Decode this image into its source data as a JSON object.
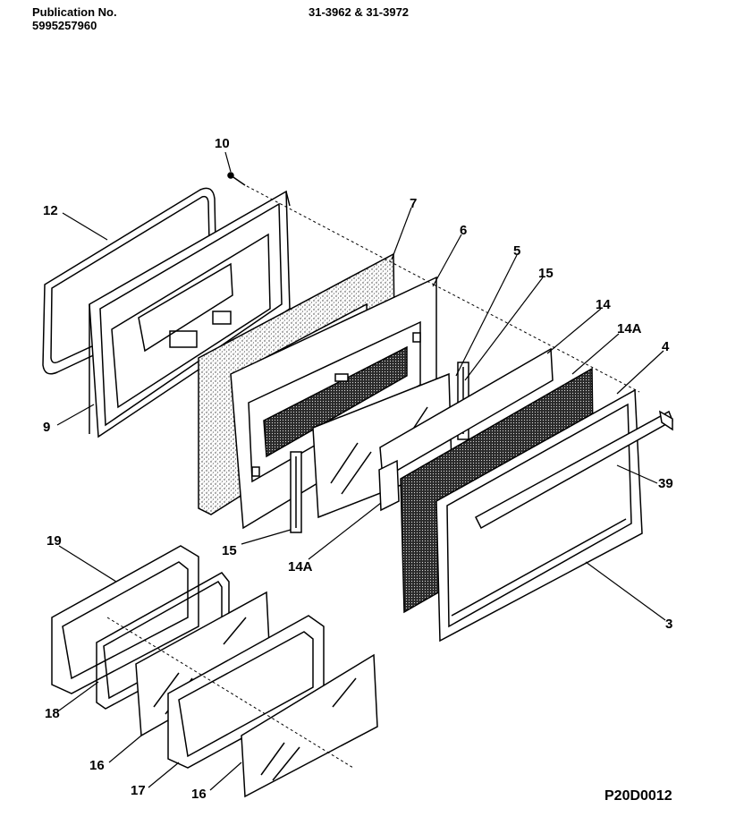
{
  "header": {
    "publication_label": "Publication No.",
    "publication_number": "5995257960",
    "models": "31-3962 & 31-3972"
  },
  "diagram_code": "P20D0012",
  "part_labels": {
    "p10": "10",
    "p12": "12",
    "p9": "9",
    "p7": "7",
    "p6": "6",
    "p5": "5",
    "p15_top": "15",
    "p14": "14",
    "p14a_top": "14A",
    "p4": "4",
    "p39": "39",
    "p15_bottom": "15",
    "p14a_bottom": "14A",
    "p3": "3",
    "p19": "19",
    "p18": "18",
    "p16_a": "16",
    "p17": "17",
    "p16_b": "16"
  }
}
